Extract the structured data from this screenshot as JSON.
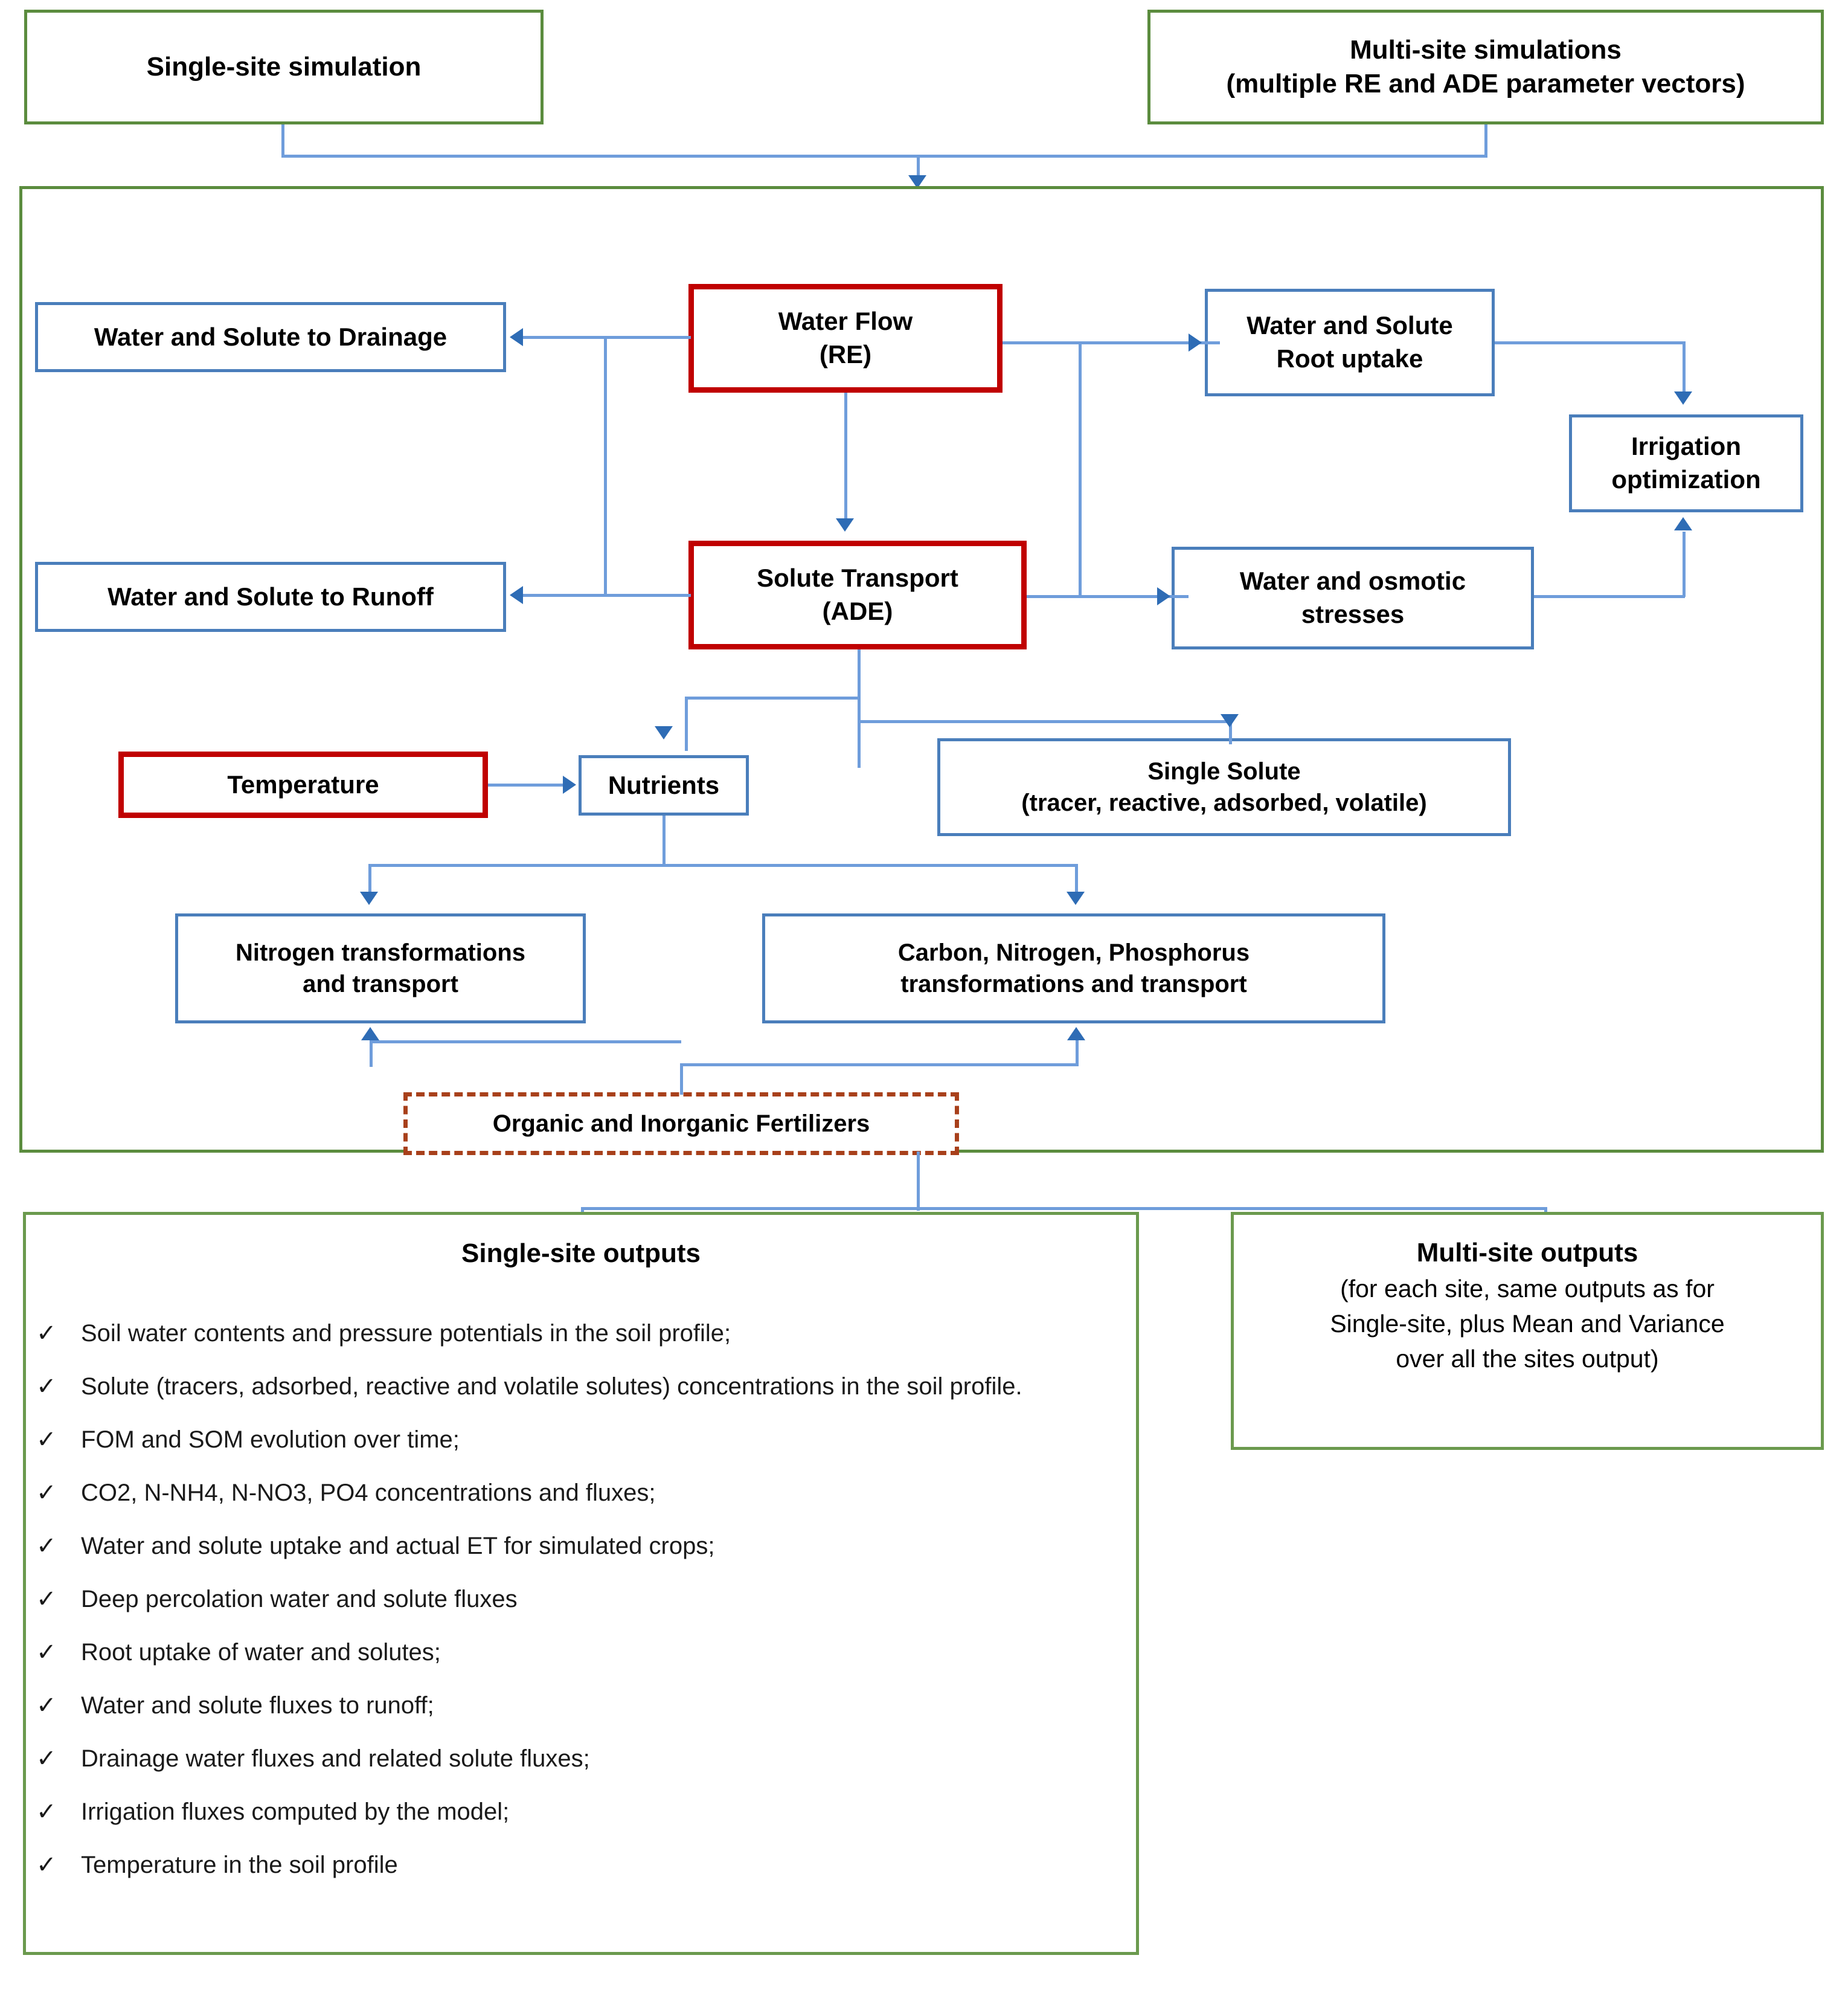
{
  "diagram": {
    "title_inputs": {
      "single_site": "Single-site simulation",
      "multi_site_line1": "Multi-site simulations",
      "multi_site_line2": "(multiple RE and ADE parameter vectors)"
    },
    "nodes": {
      "water_flow_l1": "Water Flow",
      "water_flow_l2": "(RE)",
      "solute_transport_l1": "Solute Transport",
      "solute_transport_l2": "(ADE)",
      "drainage": "Water and Solute to Drainage",
      "runoff": "Water and Solute to Runoff",
      "root_uptake_l1": "Water and Solute",
      "root_uptake_l2": "Root uptake",
      "irrigation_l1": "Irrigation",
      "irrigation_l2": "optimization",
      "stresses_l1": "Water and osmotic",
      "stresses_l2": "stresses",
      "temperature": "Temperature",
      "nutrients": "Nutrients",
      "single_solute_l1": "Single Solute",
      "single_solute_l2": "(tracer, reactive, adsorbed, volatile)",
      "nitrogen_l1": "Nitrogen transformations",
      "nitrogen_l2": "and transport",
      "cnp_l1": "Carbon, Nitrogen, Phosphorus",
      "cnp_l2": "transformations and transport",
      "fertilizers": "Organic and Inorganic Fertilizers"
    },
    "outputs": {
      "single_site_title": "Single-site outputs",
      "check_glyph": "✓",
      "single_site_items": [
        "Soil water contents and pressure potentials in the soil profile;",
        "Solute (tracers, adsorbed, reactive and volatile solutes) concentrations in the soil profile.",
        "FOM and SOM evolution over time;",
        "CO2, N-NH4, N-NO3, PO4 concentrations and fluxes;",
        "Water and solute uptake and actual ET for simulated crops;",
        "Deep percolation water and solute fluxes",
        "Root uptake of water and solutes;",
        "Water and solute fluxes to runoff;",
        "Drainage water fluxes and related solute fluxes;",
        "Irrigation fluxes computed by the model;",
        "Temperature in the soil profile"
      ],
      "multi_site_title": "Multi-site outputs",
      "multi_site_line1": "(for each site, same outputs as for",
      "multi_site_line2": "Single-site, plus Mean and Variance",
      "multi_site_line3": "over all the sites output)"
    },
    "colors": {
      "green_border": "#5b8c3e",
      "blue_border": "#4a7ebb",
      "red_border": "#c00000",
      "dashed_orange": "#a8401b",
      "connector_blue": "#6f9ddb",
      "arrow_blue": "#2e6cb5"
    }
  }
}
